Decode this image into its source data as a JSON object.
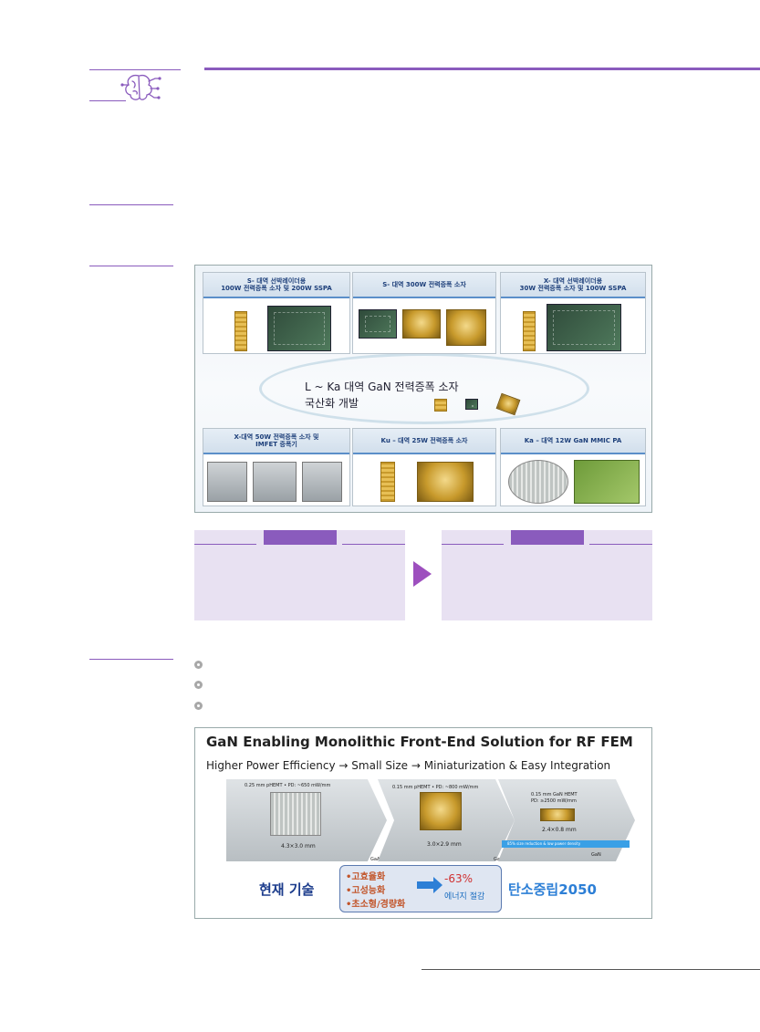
{
  "colors": {
    "accent": "#8a5bbd",
    "box_bg": "#e8e1f2",
    "arrow": "#9d4fbe"
  },
  "header": {
    "logo_icon": "brain-circuit-icon"
  },
  "figure1": {
    "center_line1": "L ~ Ka 대역 GaN 전력증폭 소자",
    "center_line2": "국산화 개발",
    "panels": [
      {
        "title": "S- 대역 선박레이더용\n100W 전력증폭 소자 및 200W SSPA"
      },
      {
        "title": "S- 대역 300W 전력증폭 소자"
      },
      {
        "title": "X- 대역 선박레이더용\n30W 전력증폭 소자 및 100W SSPA"
      },
      {
        "title": "X-대역 50W 전력증폭 소자 및\nIMFET 증폭기"
      },
      {
        "title": "Ku – 대역 25W 전력증폭 소자"
      },
      {
        "title": "Ka – 대역 12W GaN MMIC PA"
      }
    ]
  },
  "figure2": {
    "title": "GaN Enabling Monolithic Front-End Solution for RF FEM",
    "subtitle": "Higher Power Efficiency → Small Size → Miniaturization & Easy Integration",
    "stages": [
      {
        "spec": "0.25 mm pHEMT • PD: ~650 mW/mm",
        "size": "4.3×3.0 mm",
        "tag": "GaAs"
      },
      {
        "spec": "0.15 mm pHEMT • PD: ~800 mW/mm",
        "size": "3.0×2.9 mm",
        "tag": "GaAs"
      },
      {
        "spec": "0.15 mm GaN HEMT\nPD: ≥2500 mW/mm",
        "size": "2.4×0.8 mm",
        "tag": "GaN",
        "strip": "85% size reduction & low power density"
      }
    ],
    "current_tech": "현재 기술",
    "benefits": [
      "•고효율화",
      "•고성능화",
      "•초소형/경량화"
    ],
    "percent": "-63%",
    "saving": "에너지 절감",
    "goal": "탄소중립2050"
  }
}
